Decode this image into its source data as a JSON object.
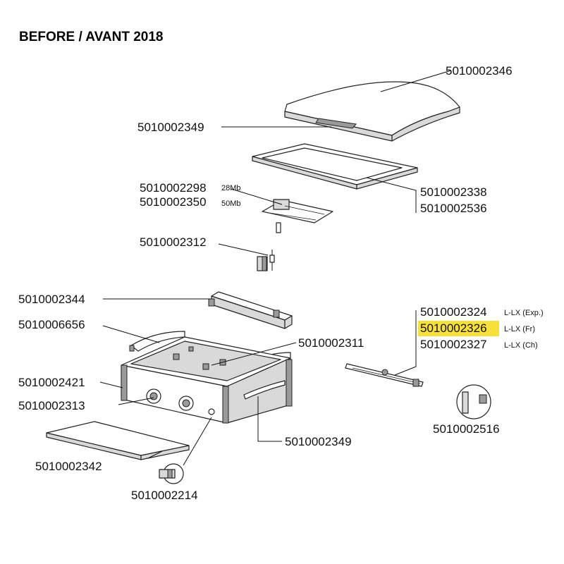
{
  "title": "BEFORE / AVANT 2018",
  "colors": {
    "highlight": "#f7e03c",
    "ink": "#111111"
  },
  "labels": {
    "lid": "5010002346",
    "lid_handle": "5010002349",
    "grill_frame_a": "5010002338",
    "grill_frame_b": "5010002536",
    "valve_28": "5010002298",
    "valve_28_note": "28Mb",
    "valve_50": "5010002350",
    "valve_50_note": "50Mb",
    "igniter": "5010002312",
    "windshield_rear": "5010002344",
    "windshield_side": "5010006656",
    "burner_body": "5010002311",
    "front_panel": "5010002421",
    "knob": "5010002313",
    "side_handle": "5010002349",
    "drip_tray": "5010002342",
    "connector": "5010002214",
    "burner_exp": "5010002324",
    "burner_exp_note": "L-LX (Exp.)",
    "burner_fr": "5010002326",
    "burner_fr_note": "L-LX (Fr)",
    "burner_ch": "5010002327",
    "burner_ch_note": "L-LX (Ch)",
    "injector": "5010002516"
  }
}
